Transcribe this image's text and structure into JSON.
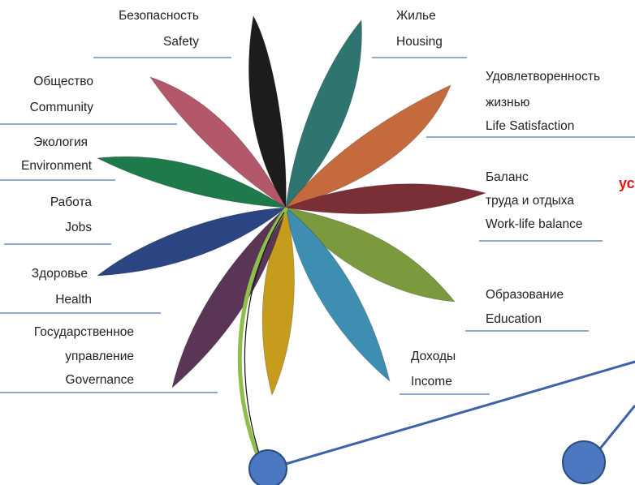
{
  "colors": {
    "rule": "#8FAACF",
    "stem_green": "#8FBF4A",
    "connector": "#3D62A8",
    "dot_fill": "#4B78C0",
    "dot_stroke": "#2A4C82",
    "accent_text": "#E8130F"
  },
  "petals": [
    {
      "name": "Safety",
      "color": "#1C1C1C"
    },
    {
      "name": "Housing",
      "color": "#2E7570"
    },
    {
      "name": "Life Satisfaction",
      "color": "#C46A3C"
    },
    {
      "name": "Work-life balance",
      "color": "#7A2E36"
    },
    {
      "name": "Education",
      "color": "#7B9A3E"
    },
    {
      "name": "Income",
      "color": "#3D8EB0"
    },
    {
      "name": "Governance",
      "color": "#C59C1C"
    },
    {
      "name": "Health",
      "color": "#5A3555"
    },
    {
      "name": "Jobs",
      "color": "#2B4582"
    },
    {
      "name": "Environment",
      "color": "#1E7A4A"
    },
    {
      "name": "Community",
      "color": "#B3586A"
    }
  ],
  "labels": {
    "safety": {
      "ru": "Безопасность",
      "en": "Safety"
    },
    "housing": {
      "ru": "Жилье",
      "en": "Housing"
    },
    "life_satisfaction": {
      "ru1": "Удовлетворенность",
      "ru2": "жизнью",
      "en": "Life Satisfaction"
    },
    "work_life": {
      "ru1": "Баланс",
      "ru2": "труда и отдыха",
      "en": "Work-life balance"
    },
    "education": {
      "ru": "Образование",
      "en": "Education"
    },
    "income": {
      "ru": "Доходы",
      "en": "Income"
    },
    "governance": {
      "ru1": "Государственное",
      "ru2": "управление",
      "en": "Governance"
    },
    "health": {
      "ru": "Здоровье",
      "en": "Health"
    },
    "jobs": {
      "ru": "Работа",
      "en": "Jobs"
    },
    "environment": {
      "ru": "Экология",
      "en": "Environment"
    },
    "community": {
      "ru": "Общество",
      "en": "Community"
    }
  },
  "accent_text": "ус"
}
